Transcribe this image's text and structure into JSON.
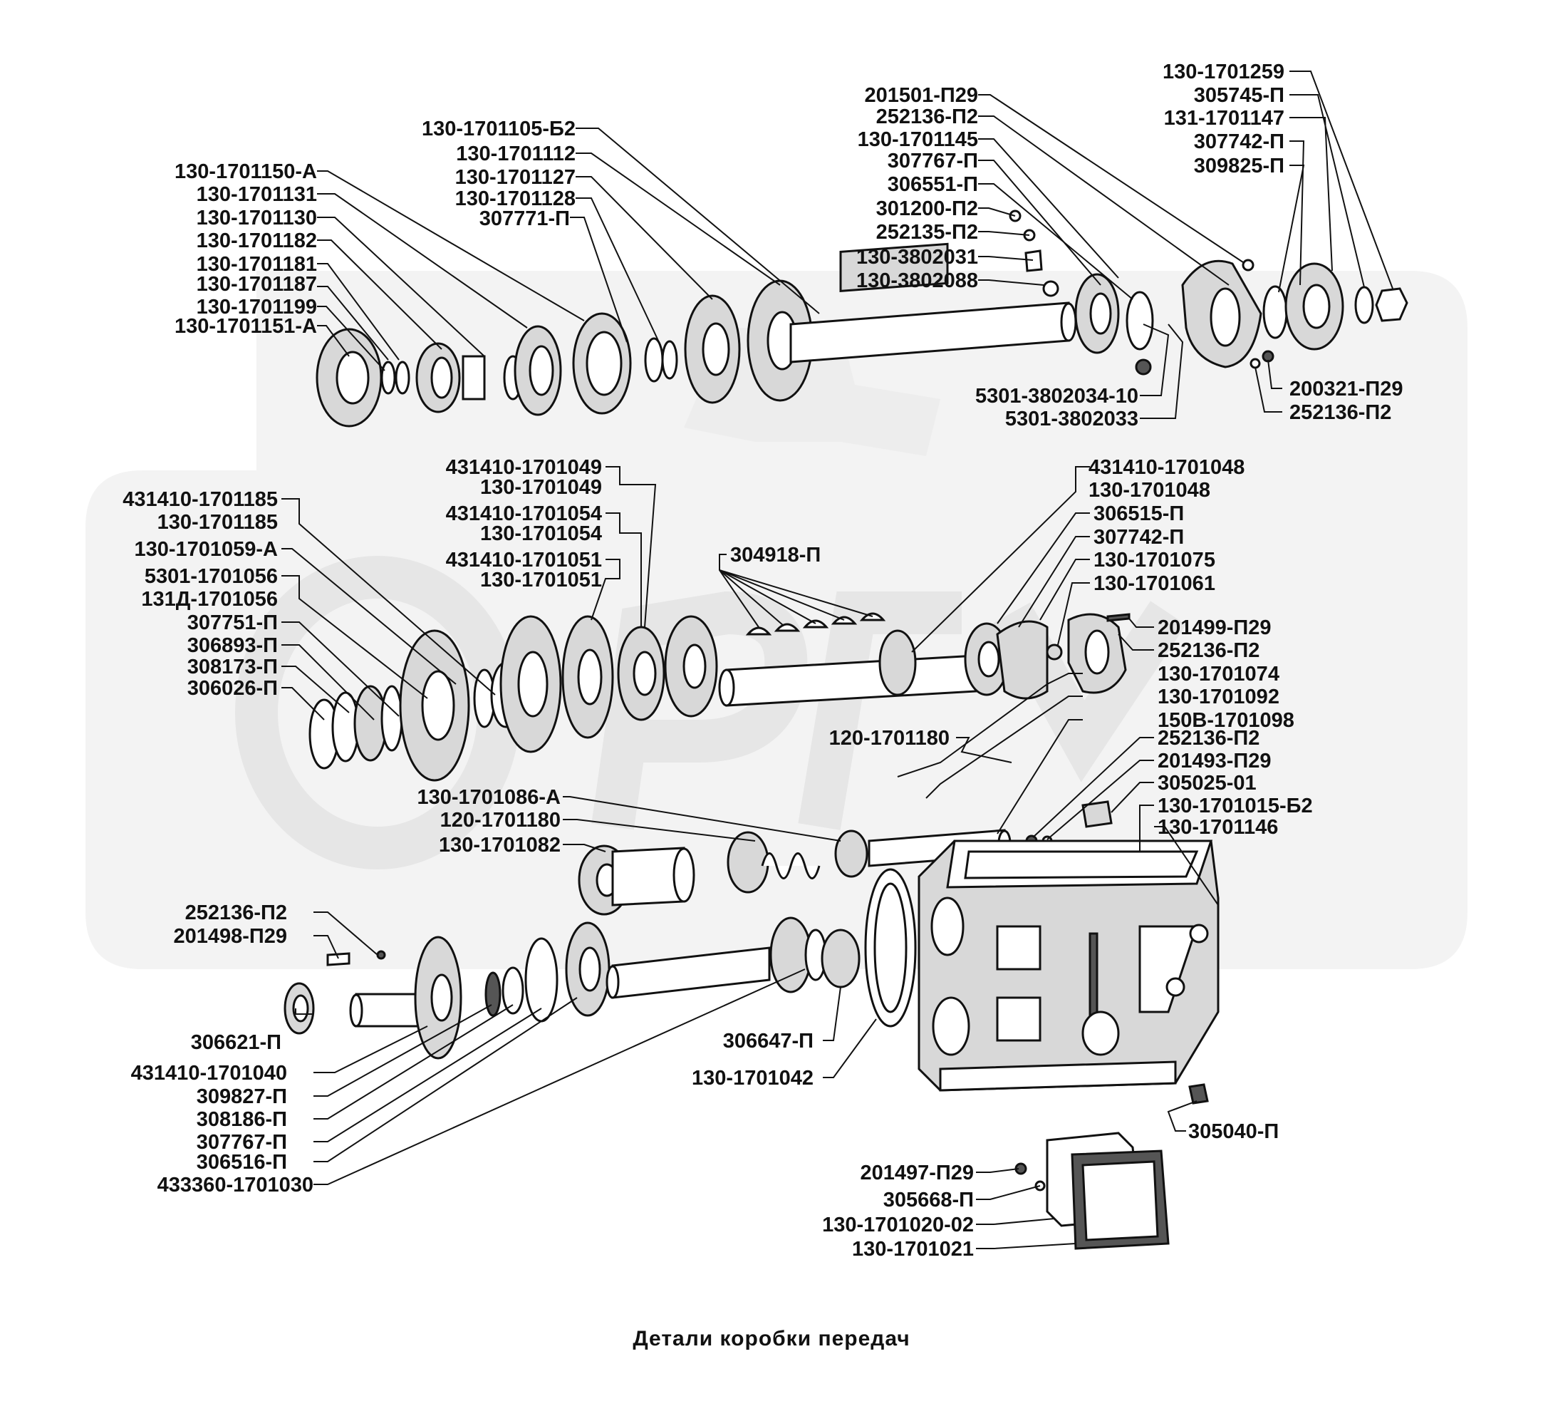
{
  "caption": "Детали коробки передач",
  "groups": {
    "primary_shaft": {
      "left": [
        "130-1701105-Б2",
        "130-1701112",
        "130-1701127",
        "130-1701128",
        "307771-П",
        "130-1701150-А",
        "130-1701131",
        "130-1701130",
        "130-1701182",
        "130-1701181",
        "130-1701187",
        "130-1701199",
        "130-1701151-А"
      ],
      "top": [
        "201501-П29",
        "252136-П2",
        "130-1701145",
        "307767-П",
        "306551-П",
        "301200-П2",
        "252135-П2",
        "130-3802031",
        "130-3802088"
      ],
      "top_right": [
        "130-1701259",
        "305745-П",
        "131-1701147",
        "307742-П",
        "309825-П"
      ],
      "bottom_right": [
        "5301-3802034-10",
        "5301-3802033",
        "200321-П29",
        "252136-П2"
      ]
    },
    "intermediate_shaft": {
      "left": [
        "431410-1701185",
        "130-1701185",
        "130-1701059-А",
        "5301-1701056",
        "131Д-1701056",
        "307751-П",
        "306893-П",
        "308173-П",
        "306026-П"
      ],
      "center": [
        "431410-1701049",
        "130-1701049",
        "431410-1701054",
        "130-1701054",
        "431410-1701051",
        "130-1701051",
        "304918-П"
      ],
      "right": [
        "431410-1701048",
        "130-1701048",
        "306515-П",
        "307742-П",
        "130-1701075",
        "130-1701061",
        "201499-П29",
        "252136-П2",
        "130-1701074",
        "130-1701092",
        "150В-1701098",
        "252136-П2",
        "201493-П29",
        "305025-01",
        "130-1701015-Б2",
        "130-1701146"
      ],
      "middle": [
        "120-1701180",
        "130-1701086-А",
        "120-1701180",
        "130-1701082"
      ]
    },
    "input_shaft": {
      "left": [
        "252136-П2",
        "201498-П29",
        "306621-П",
        "431410-1701040",
        "309827-П",
        "308186-П",
        "307767-П",
        "306516-П",
        "433360-1701030"
      ],
      "center": [
        "306647-П",
        "130-1701042"
      ],
      "right": [
        "305040-П",
        "201497-П29",
        "305668-П",
        "130-1701020-02",
        "130-1701021"
      ]
    }
  }
}
